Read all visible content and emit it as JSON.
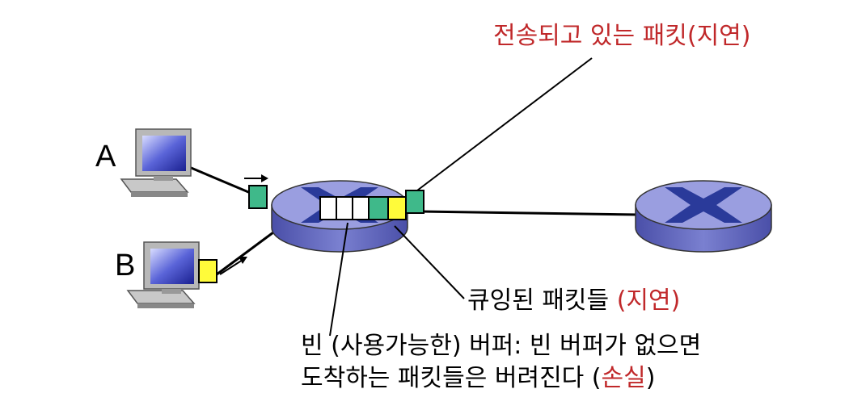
{
  "hosts": {
    "a_label": "A",
    "b_label": "B"
  },
  "annotations": {
    "transmitted": "전송되고 있는 패킷(지연)",
    "queued_text": "큐잉된 패킷들 ",
    "queued_delay": "(지연)",
    "buffer_line1": "빈 (사용가능한) 버퍼: 빈 버퍼가 없으면",
    "buffer_line2_a": "도착하는 패킷들은 버려진다 (",
    "buffer_line2_loss": "손실",
    "buffer_line2_b": ")"
  },
  "colors": {
    "router_top": "#9a9ee0",
    "router_side": "#5a5fb8",
    "router_x": "#2a3a9a",
    "packet_green": "#3fb98a",
    "packet_yellow": "#fffb3a",
    "annotation_red": "#c0282a"
  }
}
